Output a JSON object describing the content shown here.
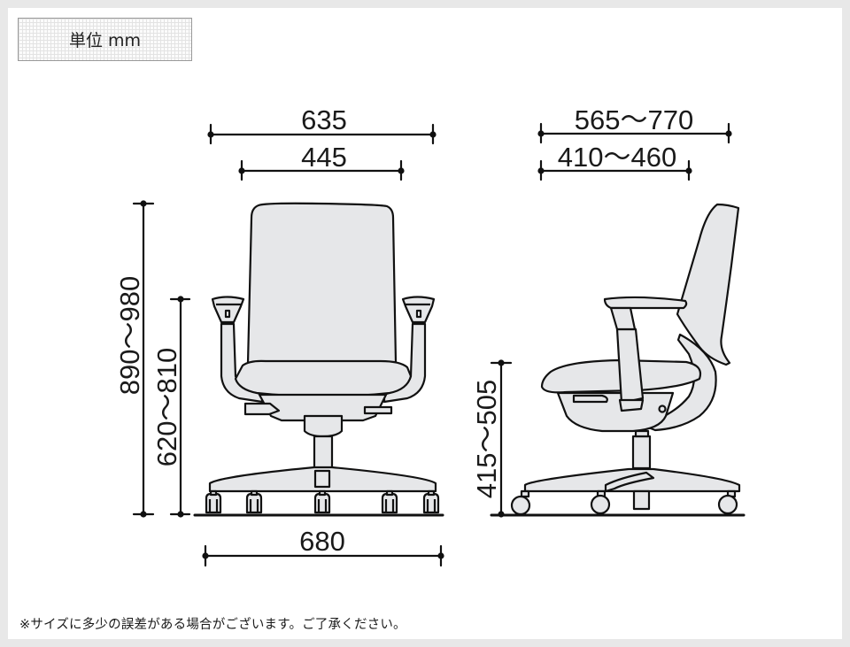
{
  "unit_label": "単位 mm",
  "note": "※サイズに多少の誤差がある場合がございます。ご了承ください。",
  "colors": {
    "background": "#e8e8e8",
    "panel": "#ffffff",
    "line": "#111111",
    "chair_fill": "#e6e7e9"
  },
  "front_view": {
    "overall_width": "635",
    "seat_width": "445",
    "overall_height": "890〜980",
    "armrest_height": "620〜810",
    "base_width": "680"
  },
  "side_view": {
    "overall_depth": "565〜770",
    "seat_depth": "410〜460",
    "seat_height": "415〜505"
  }
}
